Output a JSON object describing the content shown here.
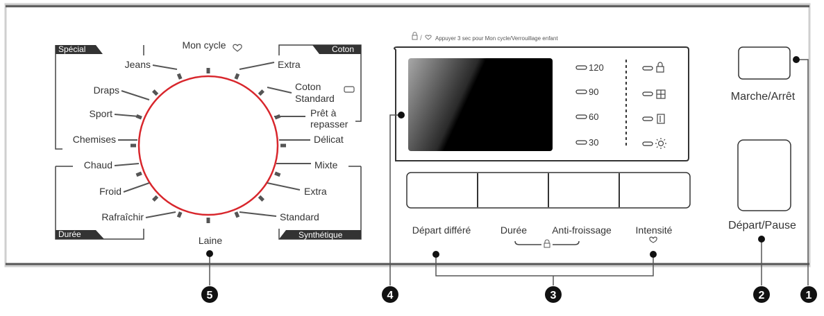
{
  "programs": {
    "left": [
      "Jeans",
      "Draps",
      "Sport",
      "Chemises",
      "Chaud",
      "Froid",
      "Rafraîchir"
    ],
    "top": "Mon cycle",
    "right": [
      {
        "lines": [
          "Extra"
        ]
      },
      {
        "lines": [
          "Coton",
          "Standard"
        ]
      },
      {
        "lines": [
          "Prêt à",
          "repasser"
        ]
      },
      {
        "lines": [
          "Délicat"
        ]
      },
      {
        "lines": [
          "Mixte"
        ]
      },
      {
        "lines": [
          "Extra"
        ]
      },
      {
        "lines": [
          "Standard"
        ]
      }
    ],
    "bottom": "Laine"
  },
  "groups": {
    "special": "Spécial",
    "coton": "Coton",
    "duree": "Durée",
    "synthetique": "Synthétique"
  },
  "hint": "Appuyer 3 sec pour Mon cycle/Verrouillage enfant",
  "temps": [
    "120",
    "90",
    "60",
    "30"
  ],
  "function_labels": {
    "depart_differe": "Départ différé",
    "duree": "Durée",
    "anti_froissage": "Anti-froissage",
    "intensite": "Intensité"
  },
  "buttons": {
    "power": "Marche/Arrêt",
    "start": "Départ/Pause"
  },
  "callouts": [
    "1",
    "2",
    "3",
    "4",
    "5"
  ],
  "icons": [
    "heart-icon",
    "lock-icon",
    "tshirt-icon",
    "grid-icon",
    "door-lock-icon",
    "sun-icon"
  ],
  "colors": {
    "dial_ring": "#d8262c",
    "display": "#000000",
    "panel_line": "#333333"
  }
}
